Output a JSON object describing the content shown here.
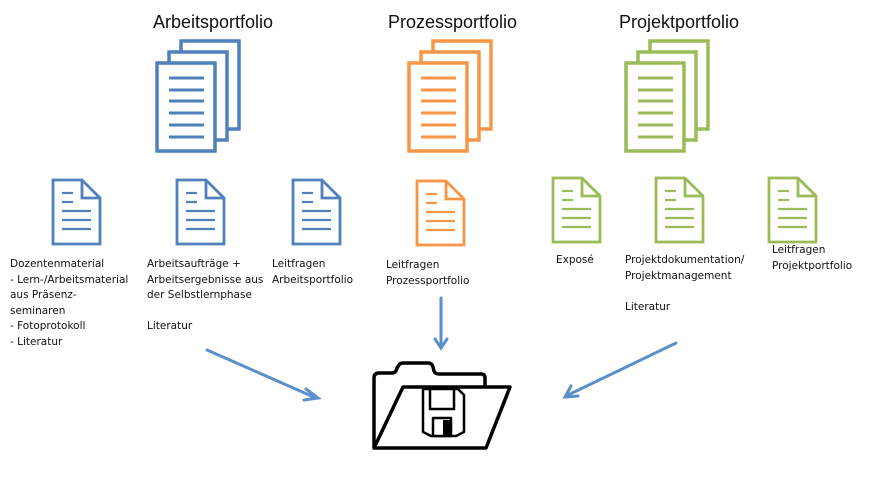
{
  "colors": {
    "arbeit": "#4f81bd",
    "prozess": "#f79646",
    "projekt": "#9bbb59",
    "arrow": "#5b8fc9",
    "folder": "#000000"
  },
  "portfolios": [
    {
      "title": "Arbeitsportfolio",
      "documents": [
        {
          "label": "Dozentenmaterial\n- Lern-/Arbeitsmaterial\naus Präsenz-\nseminaren\n- Fotoprotokoll\n- Literatur"
        },
        {
          "label": "Arbeitsaufträge +\nArbeitsergebnisse aus\nder Selbstlernphase\n\nLiteratur"
        },
        {
          "label": "Leitfragen\nArbeitsportfolio"
        }
      ]
    },
    {
      "title": "Prozessportfolio",
      "documents": [
        {
          "label": "Leitfragen\nProzessportfolio"
        }
      ]
    },
    {
      "title": "Projektportfolio",
      "documents": [
        {
          "label": "Exposé"
        },
        {
          "label": "Projektdokumentation/\nProjektmanagement\n\nLiteratur"
        },
        {
          "label": "Leitfragen\nProjektportfolio"
        }
      ]
    }
  ],
  "target": {
    "icon": "folder-with-floppy-disk-icon"
  }
}
